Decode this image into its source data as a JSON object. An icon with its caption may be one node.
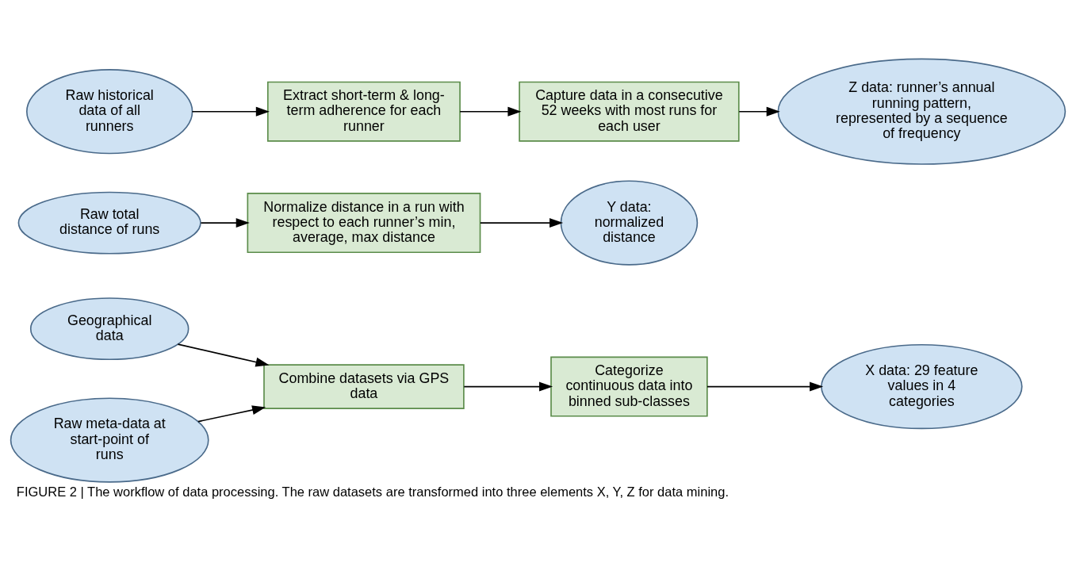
{
  "diagram": {
    "caption": "FIGURE 2 | The workflow of data processing. The raw datasets are transformed into three elements X, Y, Z for data mining.",
    "nodes": [
      {
        "text": [
          "Geographical data"
        ]
      },
      {
        "text": [
          "Raw meta-data at start-point of runs"
        ]
      },
      {
        "text": [
          "Combine datasets via GPS data"
        ]
      },
      {
        "text": [
          "Categorize continuous data into binned sub-classes"
        ]
      },
      {
        "text": [
          "X data: 29 feature values in 4 categories"
        ]
      },
      {
        "text": [
          "Raw total distance of runs"
        ]
      },
      {
        "text": [
          "Normalize distance in a run with respect to each runner’s min, average, max distance"
        ]
      },
      {
        "text": [
          "Y data: normalized distance"
        ]
      },
      {
        "text": [
          "Raw historical data of all runners"
        ]
      },
      {
        "text": [
          "Extract short-term & long-term adherence for each runner"
        ]
      },
      {
        "text": [
          "Capture data in a consecutive 52 weeks with most runs for each user"
        ]
      },
      {
        "text": [
          "Z data: runner’s annual running pattern, represented by a sequence of frequency"
        ]
      }
    ],
    "edges": [
      {
        "from": 0,
        "to": 2,
        "arrow": "to"
      },
      {
        "from": 1,
        "to": 2,
        "arrow": "to"
      },
      {
        "from": 2,
        "to": 3,
        "arrow": "to"
      },
      {
        "from": 3,
        "to": 4,
        "arrow": "to"
      },
      {
        "from": 5,
        "to": 6,
        "arrow": "to"
      },
      {
        "from": 6,
        "to": 7,
        "arrow": "to"
      },
      {
        "from": 8,
        "to": 9,
        "arrow": "to"
      },
      {
        "from": 9,
        "to": 10,
        "arrow": "to"
      },
      {
        "from": 10,
        "to": 11,
        "arrow": "to"
      }
    ]
  }
}
